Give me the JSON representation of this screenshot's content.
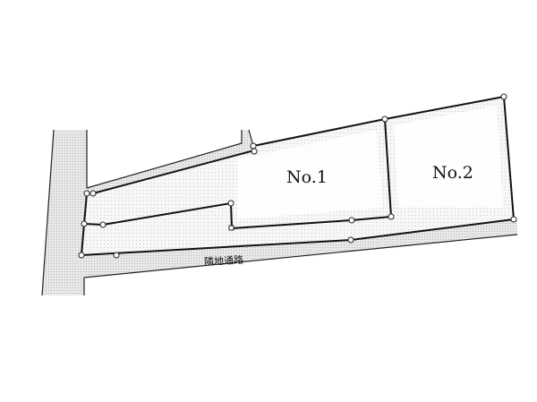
{
  "lots": [
    {
      "label": "No.1"
    },
    {
      "label": "No.2"
    }
  ],
  "road_label": "隣地通路",
  "colors": {
    "line": "#111111",
    "stipple": "#bdbdbd",
    "background": "#ffffff"
  }
}
